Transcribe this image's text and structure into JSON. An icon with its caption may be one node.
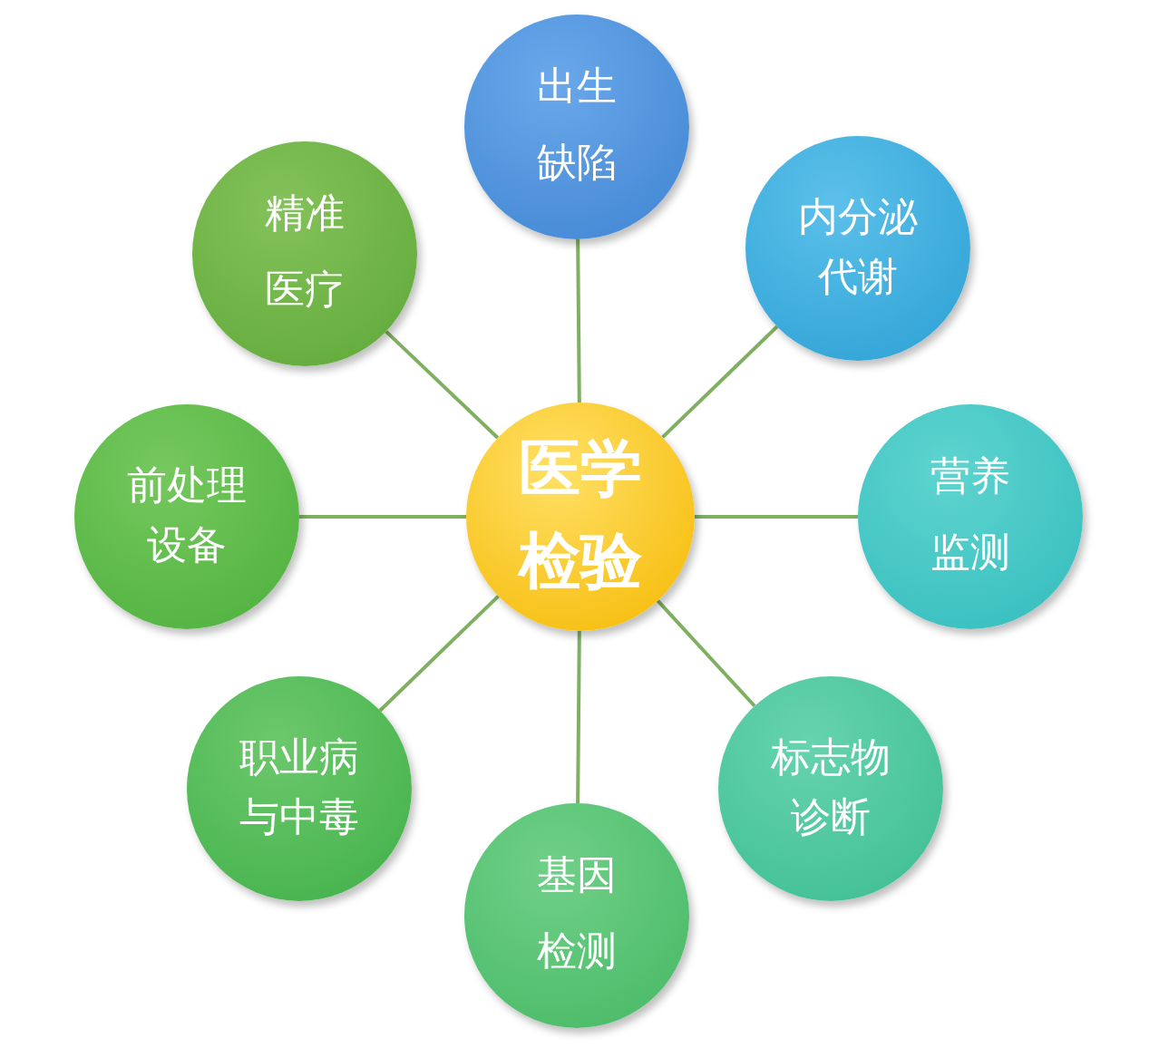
{
  "diagram": {
    "nodes": [
      {
        "text": [
          "医学检验"
        ]
      },
      {
        "text": [
          "出生缺陷"
        ]
      },
      {
        "text": [
          "内分泌代谢"
        ]
      },
      {
        "text": [
          "营养监测"
        ]
      },
      {
        "text": [
          "标志物诊断"
        ]
      },
      {
        "text": [
          "基因检测"
        ]
      },
      {
        "text": [
          "职业病与中毒"
        ]
      },
      {
        "text": [
          "前处理设备"
        ]
      },
      {
        "text": [
          "精准医疗"
        ]
      }
    ],
    "edges": [
      {
        "from": 0,
        "to": 1,
        "arrow": "none"
      },
      {
        "from": 0,
        "to": 2,
        "arrow": "none"
      },
      {
        "from": 0,
        "to": 3,
        "arrow": "none"
      },
      {
        "from": 0,
        "to": 4,
        "arrow": "none"
      },
      {
        "from": 0,
        "to": 5,
        "arrow": "none"
      },
      {
        "from": 0,
        "to": 6,
        "arrow": "none"
      },
      {
        "from": 0,
        "to": 7,
        "arrow": "none"
      },
      {
        "from": 0,
        "to": 8,
        "arrow": "none"
      }
    ]
  }
}
